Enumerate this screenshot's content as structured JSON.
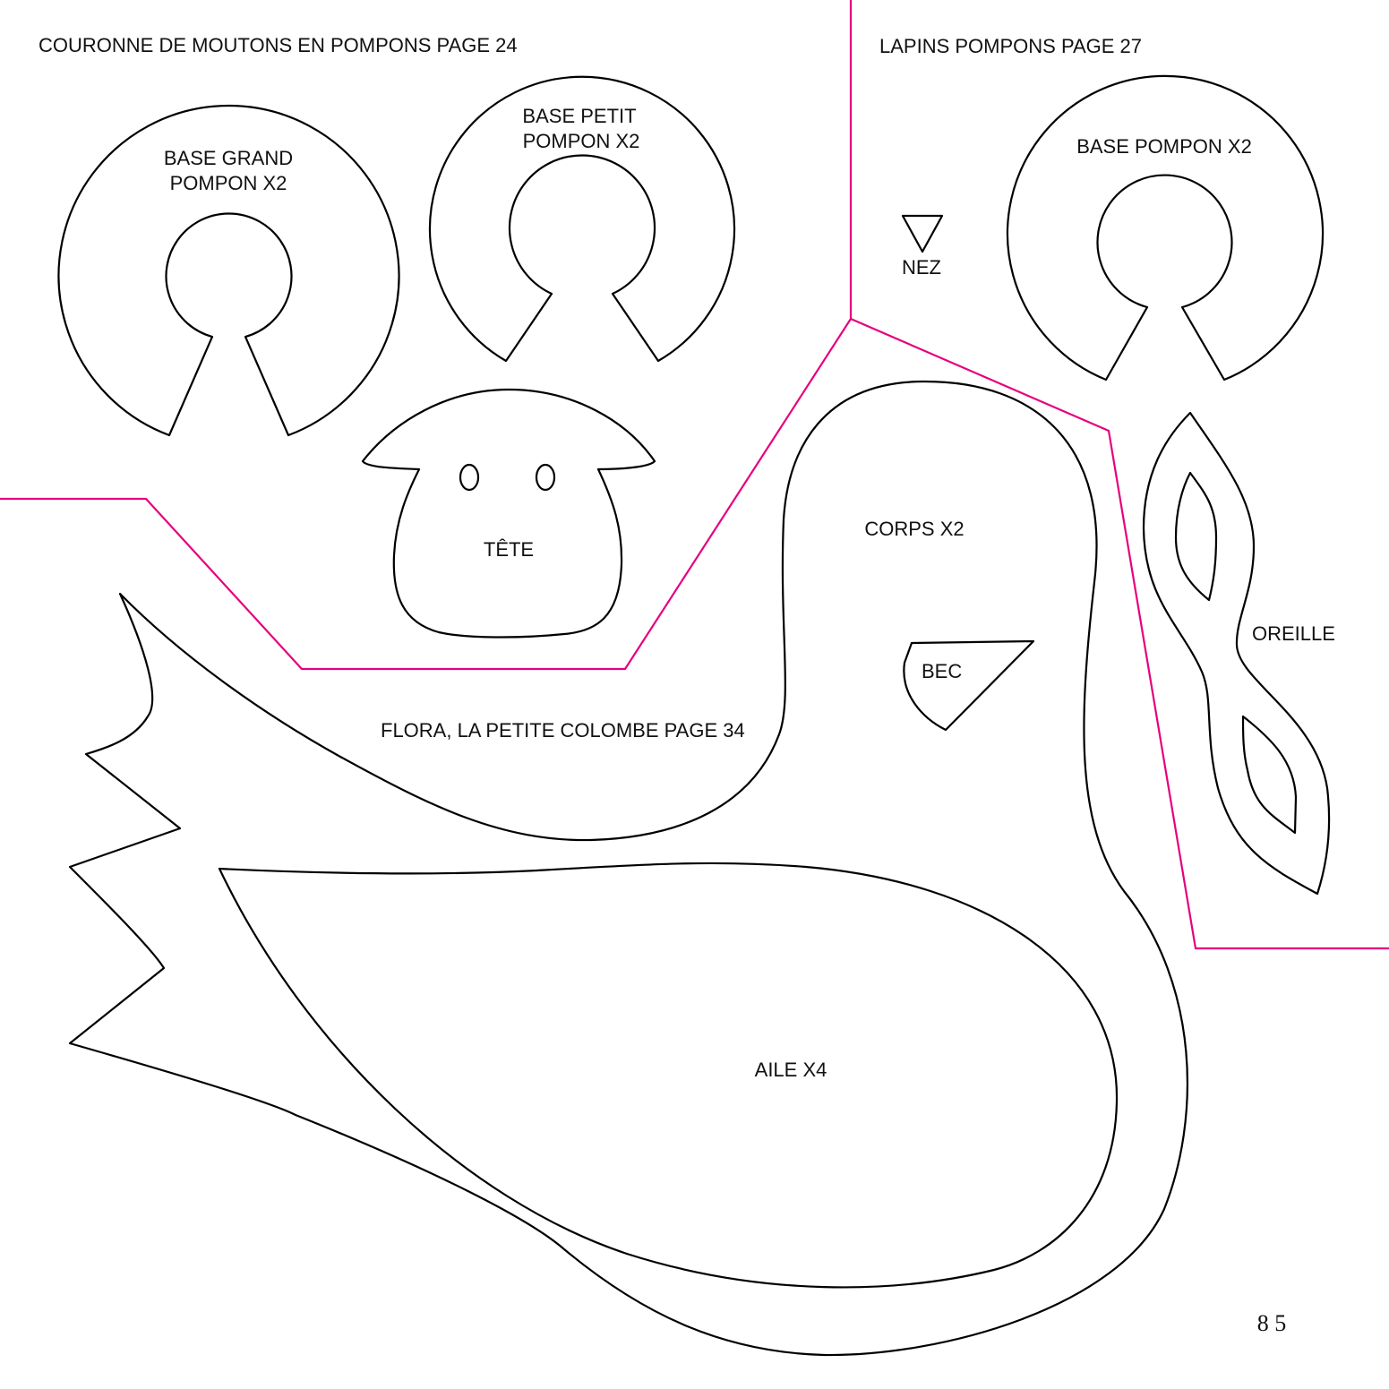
{
  "sections": {
    "couronne": {
      "title": "COURONNE DE MOUTONS EN POMPONS PAGE 24",
      "pieces": {
        "base_grand_1": "BASE GRAND",
        "base_grand_2": "POMPON X2",
        "base_petit_1": "BASE PETIT",
        "base_petit_2": "POMPON X2",
        "tete": "TÊTE"
      }
    },
    "lapins": {
      "title": "LAPINS POMPONS PAGE 27",
      "pieces": {
        "nez": "NEZ",
        "base_pompon": "BASE POMPON X2",
        "oreille": "OREILLE"
      }
    },
    "flora": {
      "title": "FLORA, LA PETITE COLOMBE PAGE 34",
      "pieces": {
        "corps": "CORPS X2",
        "bec": "BEC",
        "aile": "AILE X4"
      }
    }
  },
  "page_number": "8 5",
  "colors": {
    "cut_line": "#000000",
    "separator": "#e6007e"
  }
}
